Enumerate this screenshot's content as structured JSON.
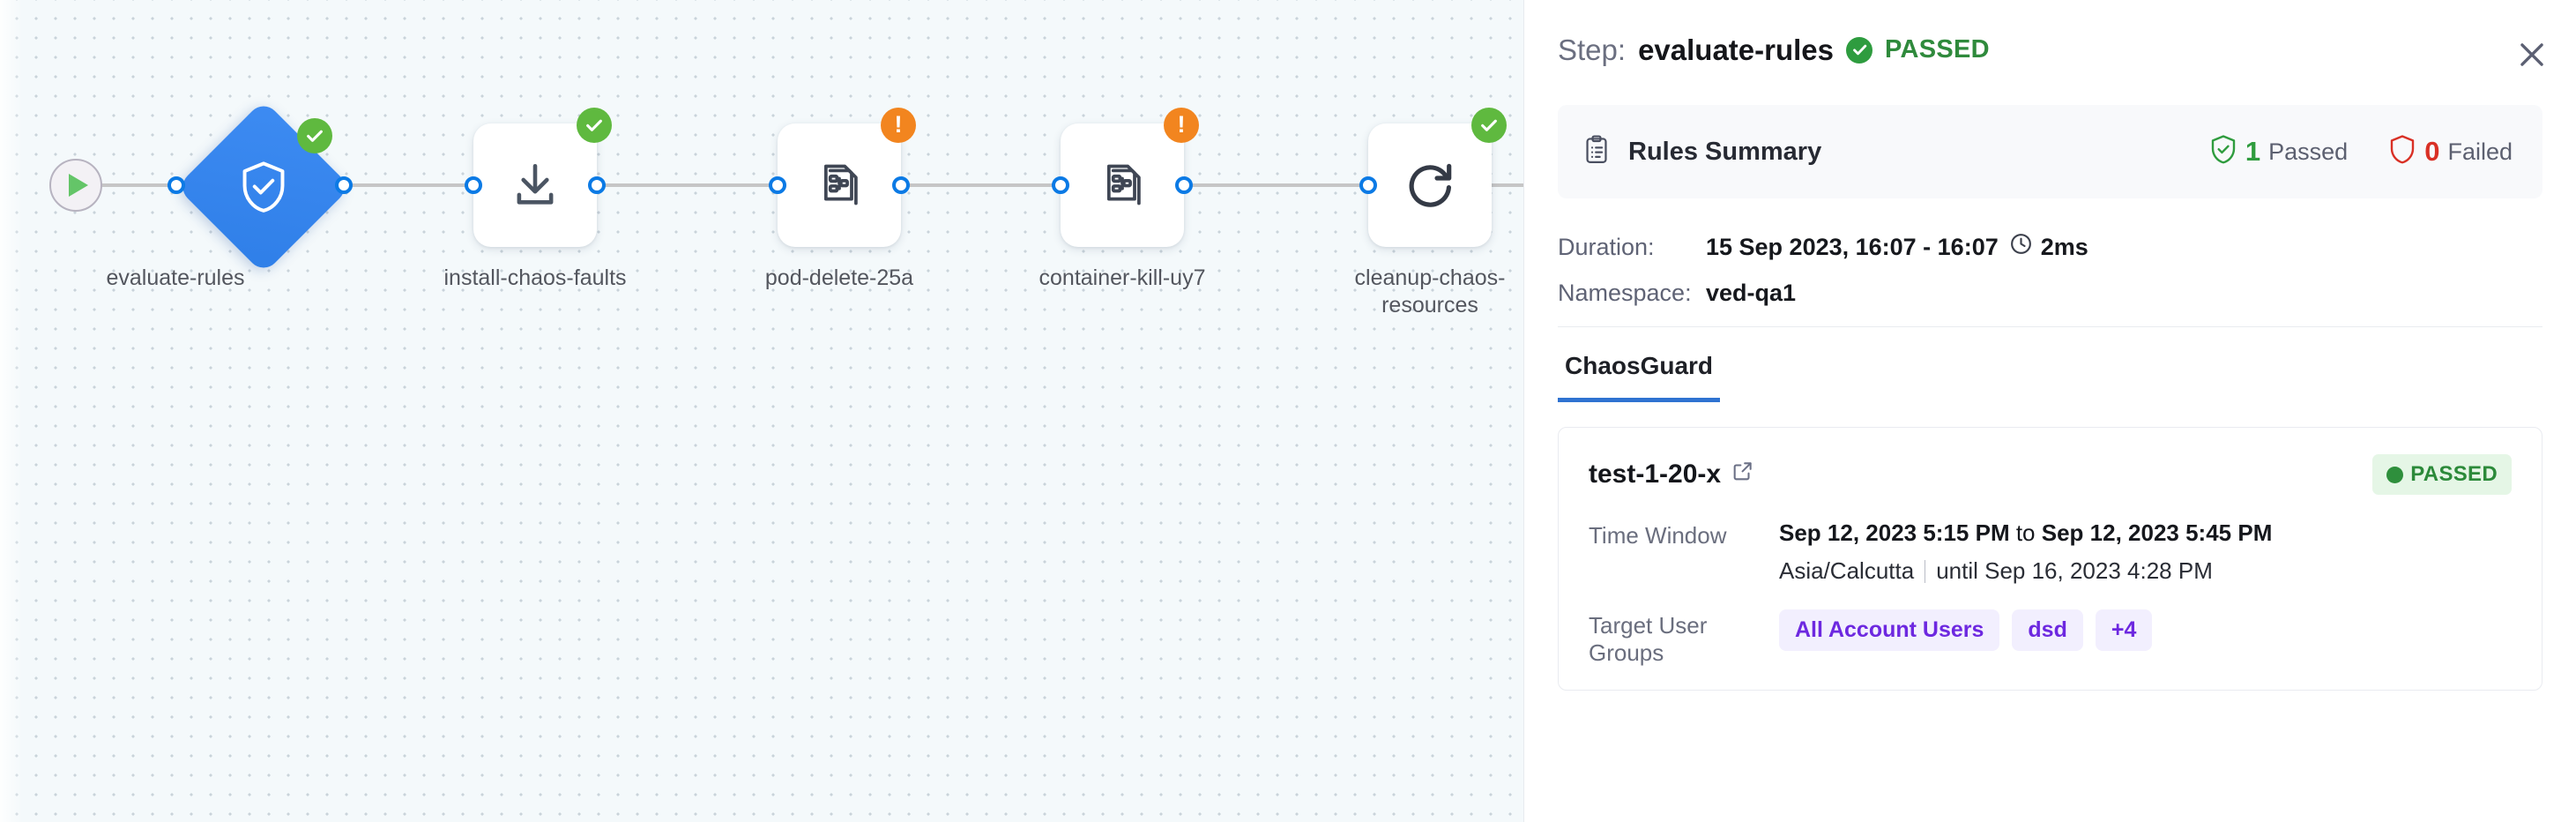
{
  "canvas": {
    "start_node": {
      "icon": "play-icon"
    },
    "nodes": [
      {
        "id": "evaluate-rules",
        "label": "evaluate-rules",
        "icon": "shield-check-icon",
        "shape": "diamond",
        "status": "passed"
      },
      {
        "id": "install-chaos",
        "label": "install-chaos-faults",
        "icon": "download-icon",
        "shape": "square",
        "status": "passed"
      },
      {
        "id": "pod-delete",
        "label": "pod-delete-25a",
        "icon": "chaos-fault-icon",
        "shape": "square",
        "status": "warning"
      },
      {
        "id": "container-kill",
        "label": "container-kill-uy7",
        "icon": "chaos-fault-icon",
        "shape": "square",
        "status": "warning"
      },
      {
        "id": "cleanup",
        "label": "cleanup-chaos-resources",
        "icon": "refresh-icon",
        "shape": "square",
        "status": "passed"
      }
    ]
  },
  "panel": {
    "title_label": "Step:",
    "title_value": "evaluate-rules",
    "status": "PASSED",
    "status_icon": "check-circle-icon",
    "close_icon": "close-icon",
    "rules_summary": {
      "icon": "clipboard-icon",
      "title": "Rules Summary",
      "passed_count": "1",
      "passed_label": "Passed",
      "passed_icon": "shield-check-icon",
      "failed_count": "0",
      "failed_label": "Failed",
      "failed_icon": "shield-outline-icon"
    },
    "meta": {
      "duration_key": "Duration:",
      "duration_value": "15 Sep 2023, 16:07 - 16:07",
      "duration_clock_icon": "clock-icon",
      "duration_elapsed": "2ms",
      "namespace_key": "Namespace:",
      "namespace_value": "ved-qa1"
    },
    "tabs": [
      {
        "label": "ChaosGuard",
        "active": true
      }
    ],
    "card": {
      "title": "test-1-20-x",
      "external_link_icon": "external-link-icon",
      "status_pill": "PASSED",
      "time_window_key": "Time Window",
      "time_window_start": "Sep 12, 2023 5:15 PM",
      "time_window_joiner": " to ",
      "time_window_end": "Sep 12, 2023 5:45 PM",
      "timezone": "Asia/Calcutta",
      "until_text": "until Sep 16, 2023 4:28 PM",
      "target_groups_key": "Target User Groups",
      "target_groups": [
        "All Account Users",
        "dsd",
        "+4"
      ]
    }
  },
  "colors": {
    "accent_blue": "#2f73d1",
    "node_blue": "#3d8bf2",
    "success_green": "#2e9c3f",
    "warn_orange": "#f2851f",
    "danger_red": "#d93025",
    "chip_purple": "#6d28e0",
    "chip_purple_bg": "#f2effe"
  }
}
